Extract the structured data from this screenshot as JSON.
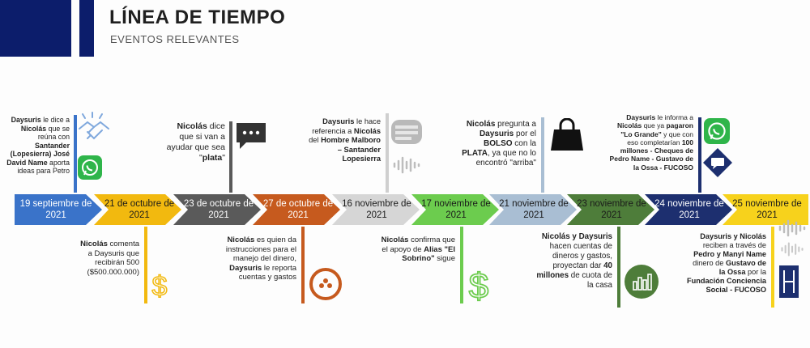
{
  "header": {
    "title": "LÍNEA DE TIEMPO",
    "subtitle": "EVENTOS RELEVANTES"
  },
  "timeline": [
    {
      "date": "19 septiembre de 2021",
      "color": "#3a73c9",
      "text_color": "#ffffff"
    },
    {
      "date": "21 de octubre de 2021",
      "color": "#f2b90f",
      "text_color": "#1a1a1a"
    },
    {
      "date": "23 de octubre de 2021",
      "color": "#5a5a5a",
      "text_color": "#ffffff"
    },
    {
      "date": "27 de octubre de 2021",
      "color": "#c65a1e",
      "text_color": "#ffffff"
    },
    {
      "date": "16 noviembre de 2021",
      "color": "#d6d6d6",
      "text_color": "#1a1a1a"
    },
    {
      "date": "17 noviembre de 2021",
      "color": "#6ccc4e",
      "text_color": "#1a1a1a"
    },
    {
      "date": "21 noviembre de 2021",
      "color": "#a9bed3",
      "text_color": "#1a1a1a"
    },
    {
      "date": "23 noviembre de 2021",
      "color": "#4e7d3a",
      "text_color": "#1a1a1a"
    },
    {
      "date": "24 noviembre de 2021",
      "color": "#1d2f6f",
      "text_color": "#ffffff"
    },
    {
      "date": "25 noviembre de 2021",
      "color": "#f7d21c",
      "text_color": "#1a1a1a"
    }
  ],
  "notes": {
    "n1": {
      "a": "Daysuris",
      "b": " le dice a ",
      "c": "Nicolás",
      "d": " que se reúna con ",
      "e": "Santander (Lopesierra)",
      "f": " ",
      "g": "José David Name",
      "h": " aporta ideas para Petro"
    },
    "n2": {
      "a": "Nicolás",
      "b": " comenta a Daysuris que recibirán 500 ($500.000.000)"
    },
    "n3": {
      "a": "Nicolás",
      "b": " dice que si van a ayudar que sea \"",
      "c": "plata",
      "d": "\""
    },
    "n4": {
      "a": "Nicolás",
      "b": " es quien da instrucciones para el manejo del dinero, ",
      "c": "Daysuris",
      "d": " le reporta cuentas y gastos"
    },
    "n5": {
      "a": "Daysuris",
      "b": " le hace referencia a ",
      "c": "Nicolás",
      "d": " del ",
      "e": "Hombre Malboro – Santander Lopesierra"
    },
    "n6": {
      "a": "Nicolás",
      "b": " confirma que el apoyo de ",
      "c": "Alias \"El Sobrino\"",
      "d": " sigue"
    },
    "n7": {
      "a": "Nicolás",
      "b": " pregunta a ",
      "c": "Daysuris",
      "d": " por el ",
      "e": "BOLSO",
      "f": " con la ",
      "g": "PLATA",
      "h": ", ya que no lo encontró \"arriba\""
    },
    "n8": {
      "a": "Nicolás y Daysuris",
      "b": " hacen cuentas de dineros y gastos, proyectan dar ",
      "c": "40 millones",
      "d": " de cuota de la casa"
    },
    "n9": {
      "a": "Daysuris",
      "b": " le informa a ",
      "c": "Nicolás",
      "d": " que ya ",
      "e": "pagaron \"Lo Grande\"",
      "f": " y que con eso completarían ",
      "g": "100 millones - Cheques de Pedro Name - Gustavo de la Ossa - FUCOSO"
    },
    "n10": {
      "a": "Daysuris y Nicolás",
      "b": " reciben a través de ",
      "c": "Pedro y Manyi Name",
      "d": " dinero de ",
      "e": "Gustavo de la Ossa",
      "f": " por la ",
      "g": "Fundación Conciencia Social - FUCOSO"
    }
  },
  "icons": [
    "handshake-icon",
    "whatsapp-icon",
    "dollar-icon",
    "chat-bubble-icon",
    "network-icon",
    "radio-icon",
    "audio-wave-icon",
    "dollar-icon",
    "handbag-icon",
    "whatsapp-icon",
    "message-icon",
    "bar-chart-icon",
    "audio-wave-icon",
    "document-icon"
  ]
}
